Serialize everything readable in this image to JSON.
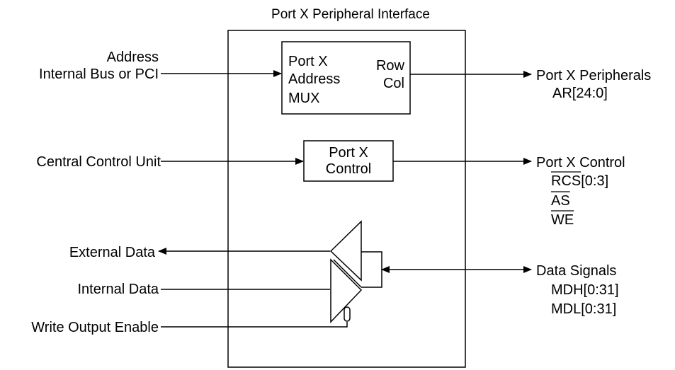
{
  "title": "Port X Peripheral Interface",
  "inputs": {
    "address_line1": "Address",
    "address_line2": "Internal Bus or PCI",
    "central_control_unit": "Central Control Unit",
    "external_data": "External Data",
    "internal_data": "Internal Data",
    "write_output_enable": "Write Output Enable"
  },
  "blocks": {
    "address_mux": {
      "line1": "Port X",
      "line2": "Address",
      "line3": "MUX",
      "row": "Row",
      "col": "Col"
    },
    "control": {
      "line1": "Port X",
      "line2": "Control"
    }
  },
  "outputs": {
    "peripherals": "Port X Peripherals",
    "ar": "AR[24:0]",
    "control": "Port X Control",
    "rcs": "RCS[0:3]",
    "as": "AS",
    "we": "WE",
    "data_signals": "Data Signals",
    "mdh": "MDH[0:31]",
    "mdl": "MDL[0:31]"
  }
}
